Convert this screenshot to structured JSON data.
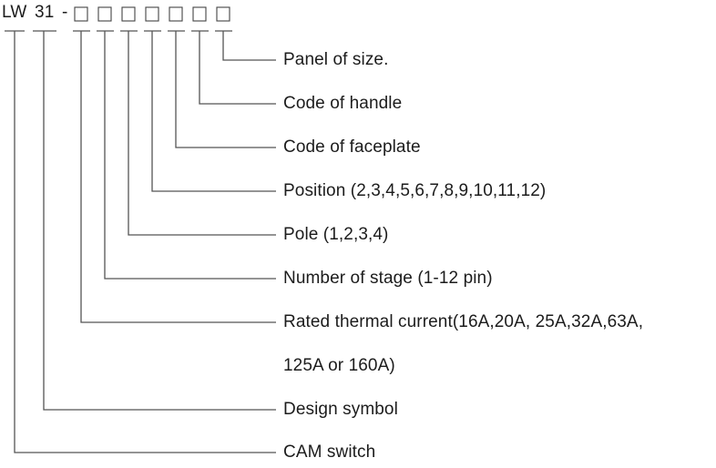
{
  "code": {
    "prefix": "LW",
    "series": "31",
    "dash": "-",
    "slot_count": 7
  },
  "descriptions": [
    "Panel of size.",
    "Code of handle",
    "Code of faceplate",
    "Position (2,3,4,5,6,7,8,9,10,11,12)",
    "Pole (1,2,3,4)",
    "Number of stage (1-12 pin)",
    "Rated thermal current(16A,20A, 25A,32A,63A,",
    "125A or 160A)",
    "Design symbol",
    "CAM switch"
  ],
  "colors": {
    "line": "#555555",
    "text": "#1c1c1c",
    "background": "#ffffff"
  }
}
